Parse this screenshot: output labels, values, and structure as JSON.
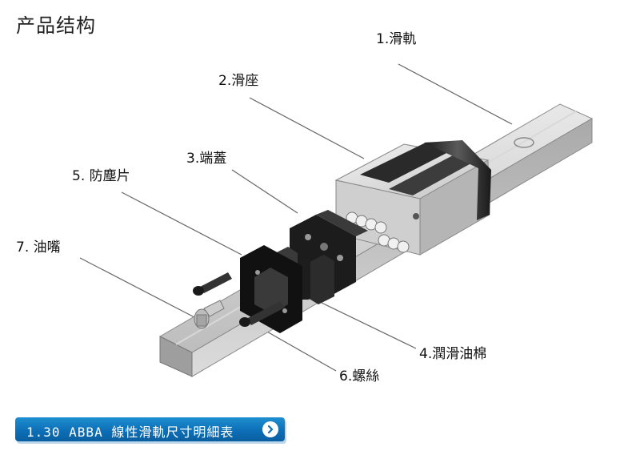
{
  "title": "产品结构",
  "labels": {
    "rail": "1.滑軌",
    "block": "2.滑座",
    "end_cap": "3.端蓋",
    "seal": "4.潤滑油棉",
    "dust_plate": "5. 防塵片",
    "screw": "6.螺絲",
    "nipple": "7. 油嘴"
  },
  "banner": {
    "text": "1.30 ABBA 線性滑軌尺寸明細表",
    "icon": "chevron-right-circle-icon",
    "color": "#0d6fb7"
  }
}
